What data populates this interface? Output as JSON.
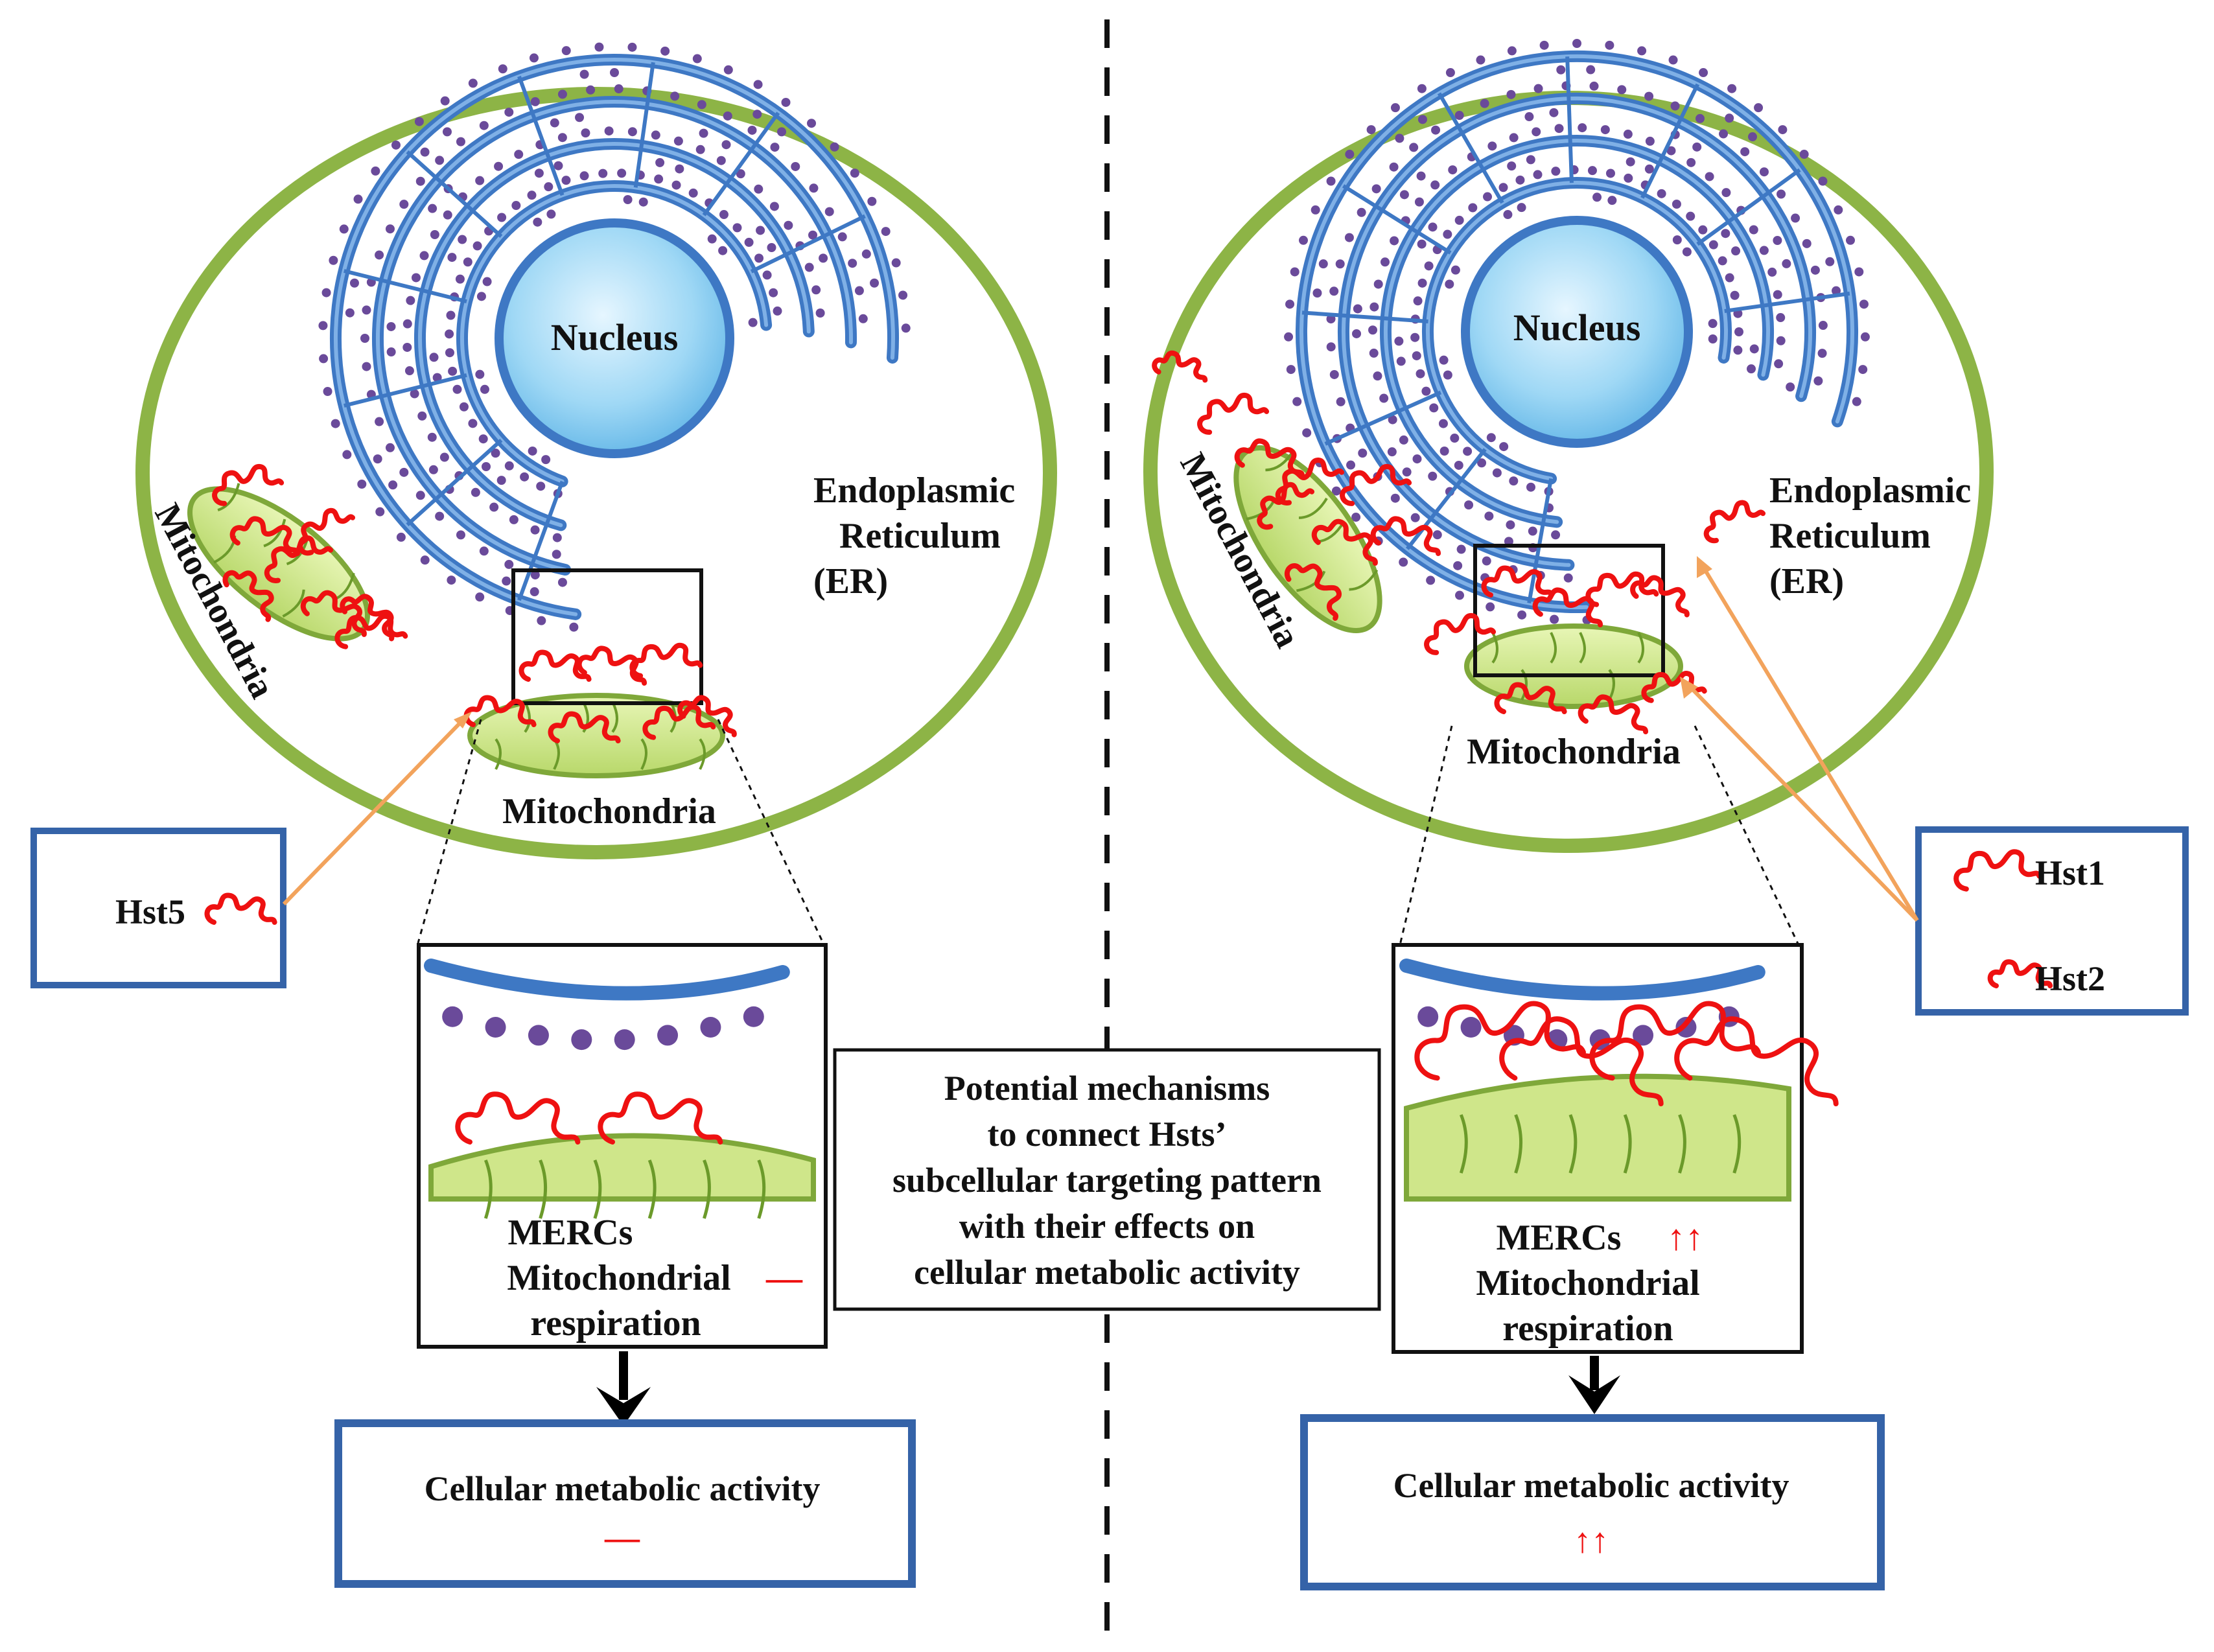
{
  "colors": {
    "membrane": "#8db446",
    "er": "#3e78c4",
    "er_light": "#7fb0e6",
    "ribosome": "#6a4a9a",
    "protein": "#ee1111",
    "mito_fill": "#cfe68a",
    "mito_edge": "#7fa83a",
    "arrow_orange": "#f2a35c",
    "box_border": "#3563a8"
  },
  "left": {
    "nucleus": "Nucleus",
    "er_label": [
      "Endoplasmic",
      "Reticulum",
      "(ER)"
    ],
    "mito_side_label": "Mitochondria",
    "mito_bottom_label": "Mitochondria",
    "legend": {
      "protein": "Hst5"
    },
    "zoom_caption": {
      "merc": "MERCs",
      "mito_line1": "Mitochondrial",
      "mito_line2": "respiration",
      "indicator": "—"
    },
    "result": {
      "title": "Cellular metabolic activity",
      "indicator": "—"
    }
  },
  "right": {
    "nucleus": "Nucleus",
    "er_label": [
      "Endoplasmic",
      "Reticulum",
      "(ER)"
    ],
    "mito_side_label": "Mitochondria",
    "mito_bottom_label": "Mitochondria",
    "legend": {
      "protein1": "Hst1",
      "protein2": "Hst2"
    },
    "zoom_caption": {
      "merc": "MERCs",
      "indicator": "↑↑",
      "mito_line1": "Mitochondrial",
      "mito_line2": "respiration"
    },
    "result": {
      "title": "Cellular metabolic activity",
      "indicator": "↑↑"
    }
  },
  "center_box": {
    "lines": [
      "Potential mechanisms",
      "to connect Hsts’",
      "subcellular targeting pattern",
      "with their effects on",
      "cellular metabolic activity"
    ]
  }
}
